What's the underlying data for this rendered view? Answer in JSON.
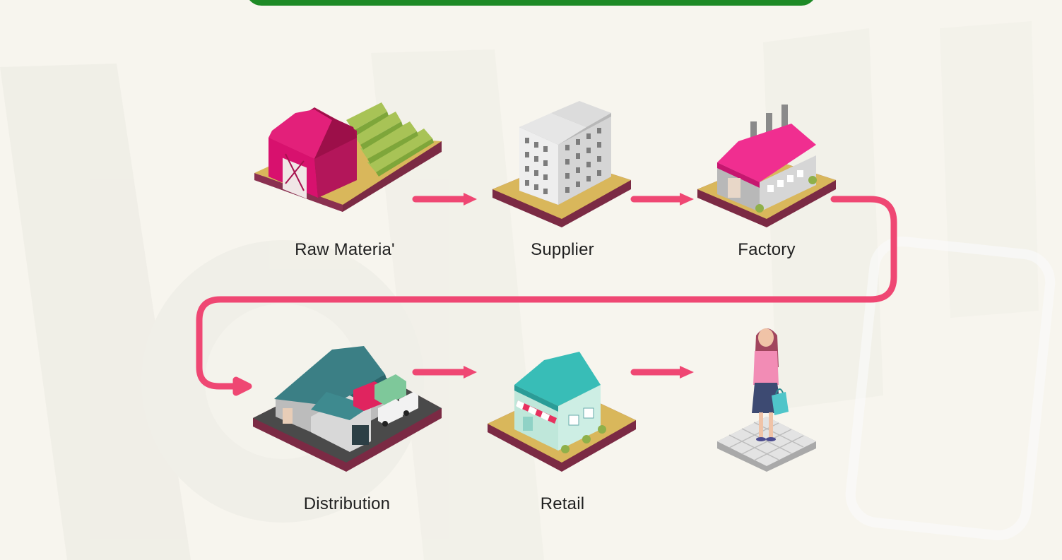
{
  "diagram": {
    "title": "",
    "stages": [
      {
        "id": "raw-material",
        "label": "Raw Materia'",
        "icon": "farm-barn-icon"
      },
      {
        "id": "supplier",
        "label": "Supplier",
        "icon": "office-building-icon"
      },
      {
        "id": "factory",
        "label": "Factory",
        "icon": "factory-icon"
      },
      {
        "id": "distribution",
        "label": "Distribution",
        "icon": "warehouse-trucks-icon"
      },
      {
        "id": "retail",
        "label": "Retail",
        "icon": "retail-shop-icon"
      },
      {
        "id": "consumer",
        "label": "",
        "icon": "shopper-woman-icon"
      }
    ],
    "colors": {
      "arrow": "#ef4773",
      "banner": "#1e8a26",
      "accent_pink": "#d8116e",
      "tile_gold": "#d9b75b",
      "tile_base": "#7b2a44",
      "teal_roof": "#3fb6b1"
    }
  }
}
